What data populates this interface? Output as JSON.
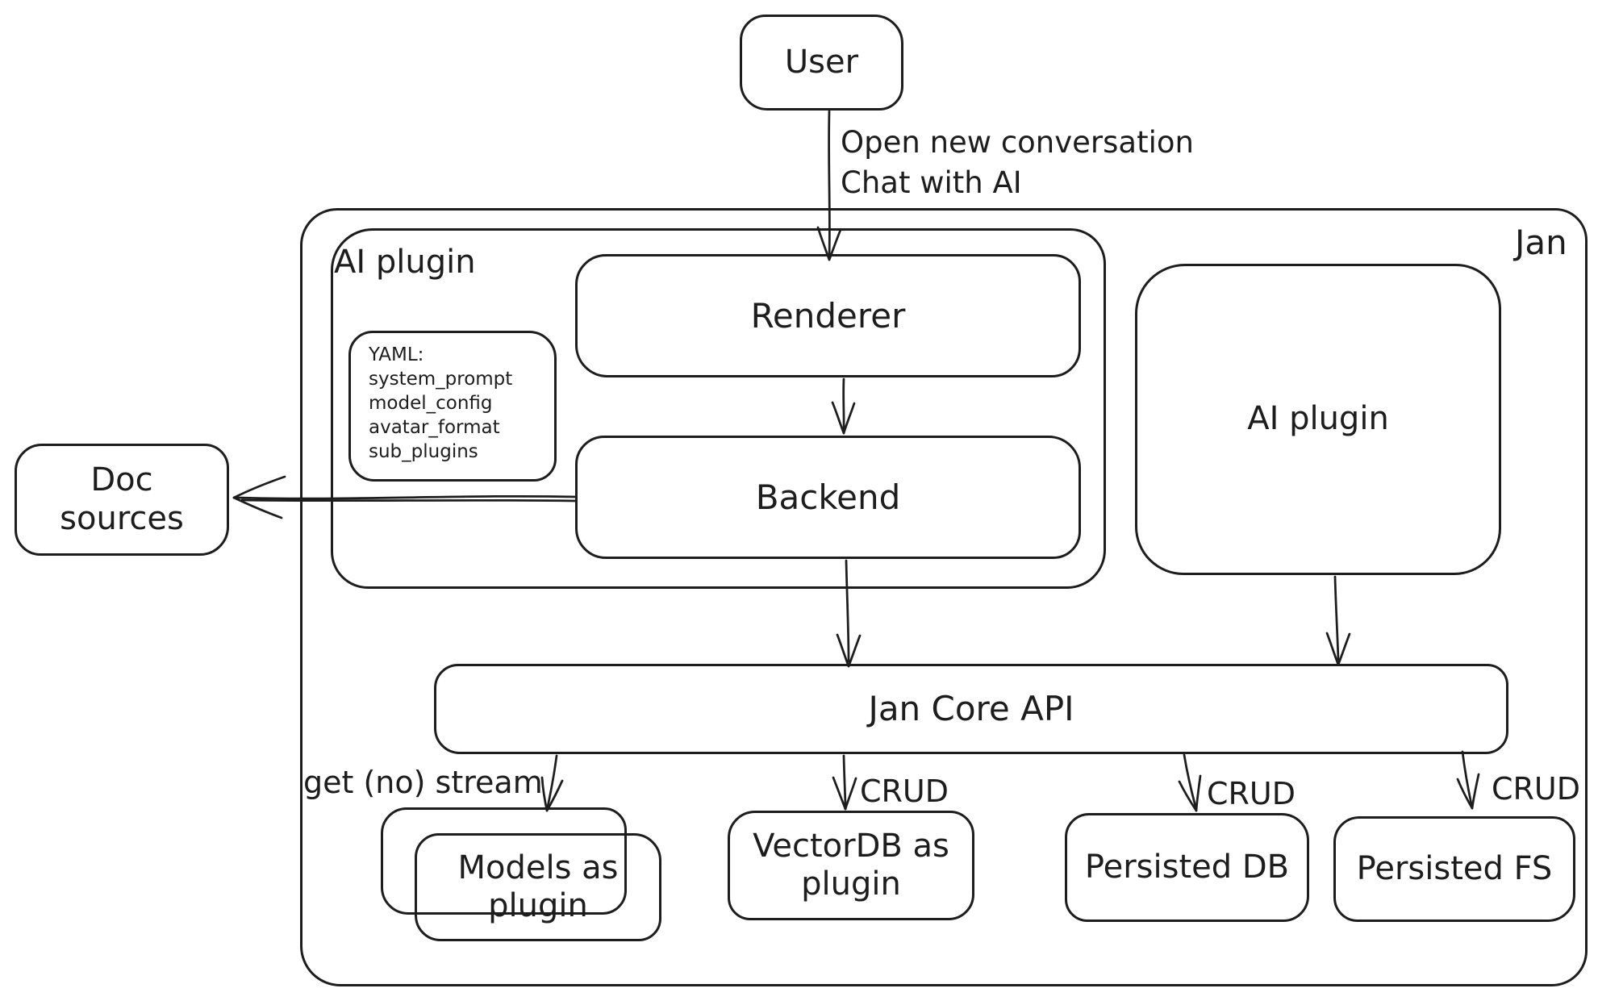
{
  "canvas": {
    "background": "#ffffff",
    "stroke_color": "#1d1d1d"
  },
  "nodes": {
    "user": {
      "label": "User"
    },
    "jan": {
      "label": "Jan"
    },
    "ai_plugin_group": {
      "label": "AI plugin"
    },
    "renderer": {
      "label": "Renderer"
    },
    "yaml_note": {
      "lines": [
        "YAML:",
        "system_prompt",
        "model_config",
        "avatar_format",
        "sub_plugins"
      ]
    },
    "backend": {
      "label": "Backend"
    },
    "doc_sources": {
      "label": "Doc sources"
    },
    "ai_plugin": {
      "label": "AI plugin"
    },
    "jan_core_api": {
      "label": "Jan Core API"
    },
    "models_as_plugin": {
      "label": "Models as plugin"
    },
    "vectordb_as_plugin": {
      "label": "VectorDB as plugin"
    },
    "persisted_db": {
      "label": "Persisted DB"
    },
    "persisted_fs": {
      "label": "Persisted FS"
    }
  },
  "edges": {
    "user_to_renderer": {
      "label_line1": "Open new conversation",
      "label_line2": "Chat with AI"
    },
    "backend_to_doc_sources": {
      "label": ""
    },
    "jan_core_to_models": {
      "label": "get (no) stream"
    },
    "jan_core_to_vectordb": {
      "label": "CRUD"
    },
    "jan_core_to_persisted_db": {
      "label": "CRUD"
    },
    "jan_core_to_persisted_fs": {
      "label": "CRUD"
    }
  }
}
